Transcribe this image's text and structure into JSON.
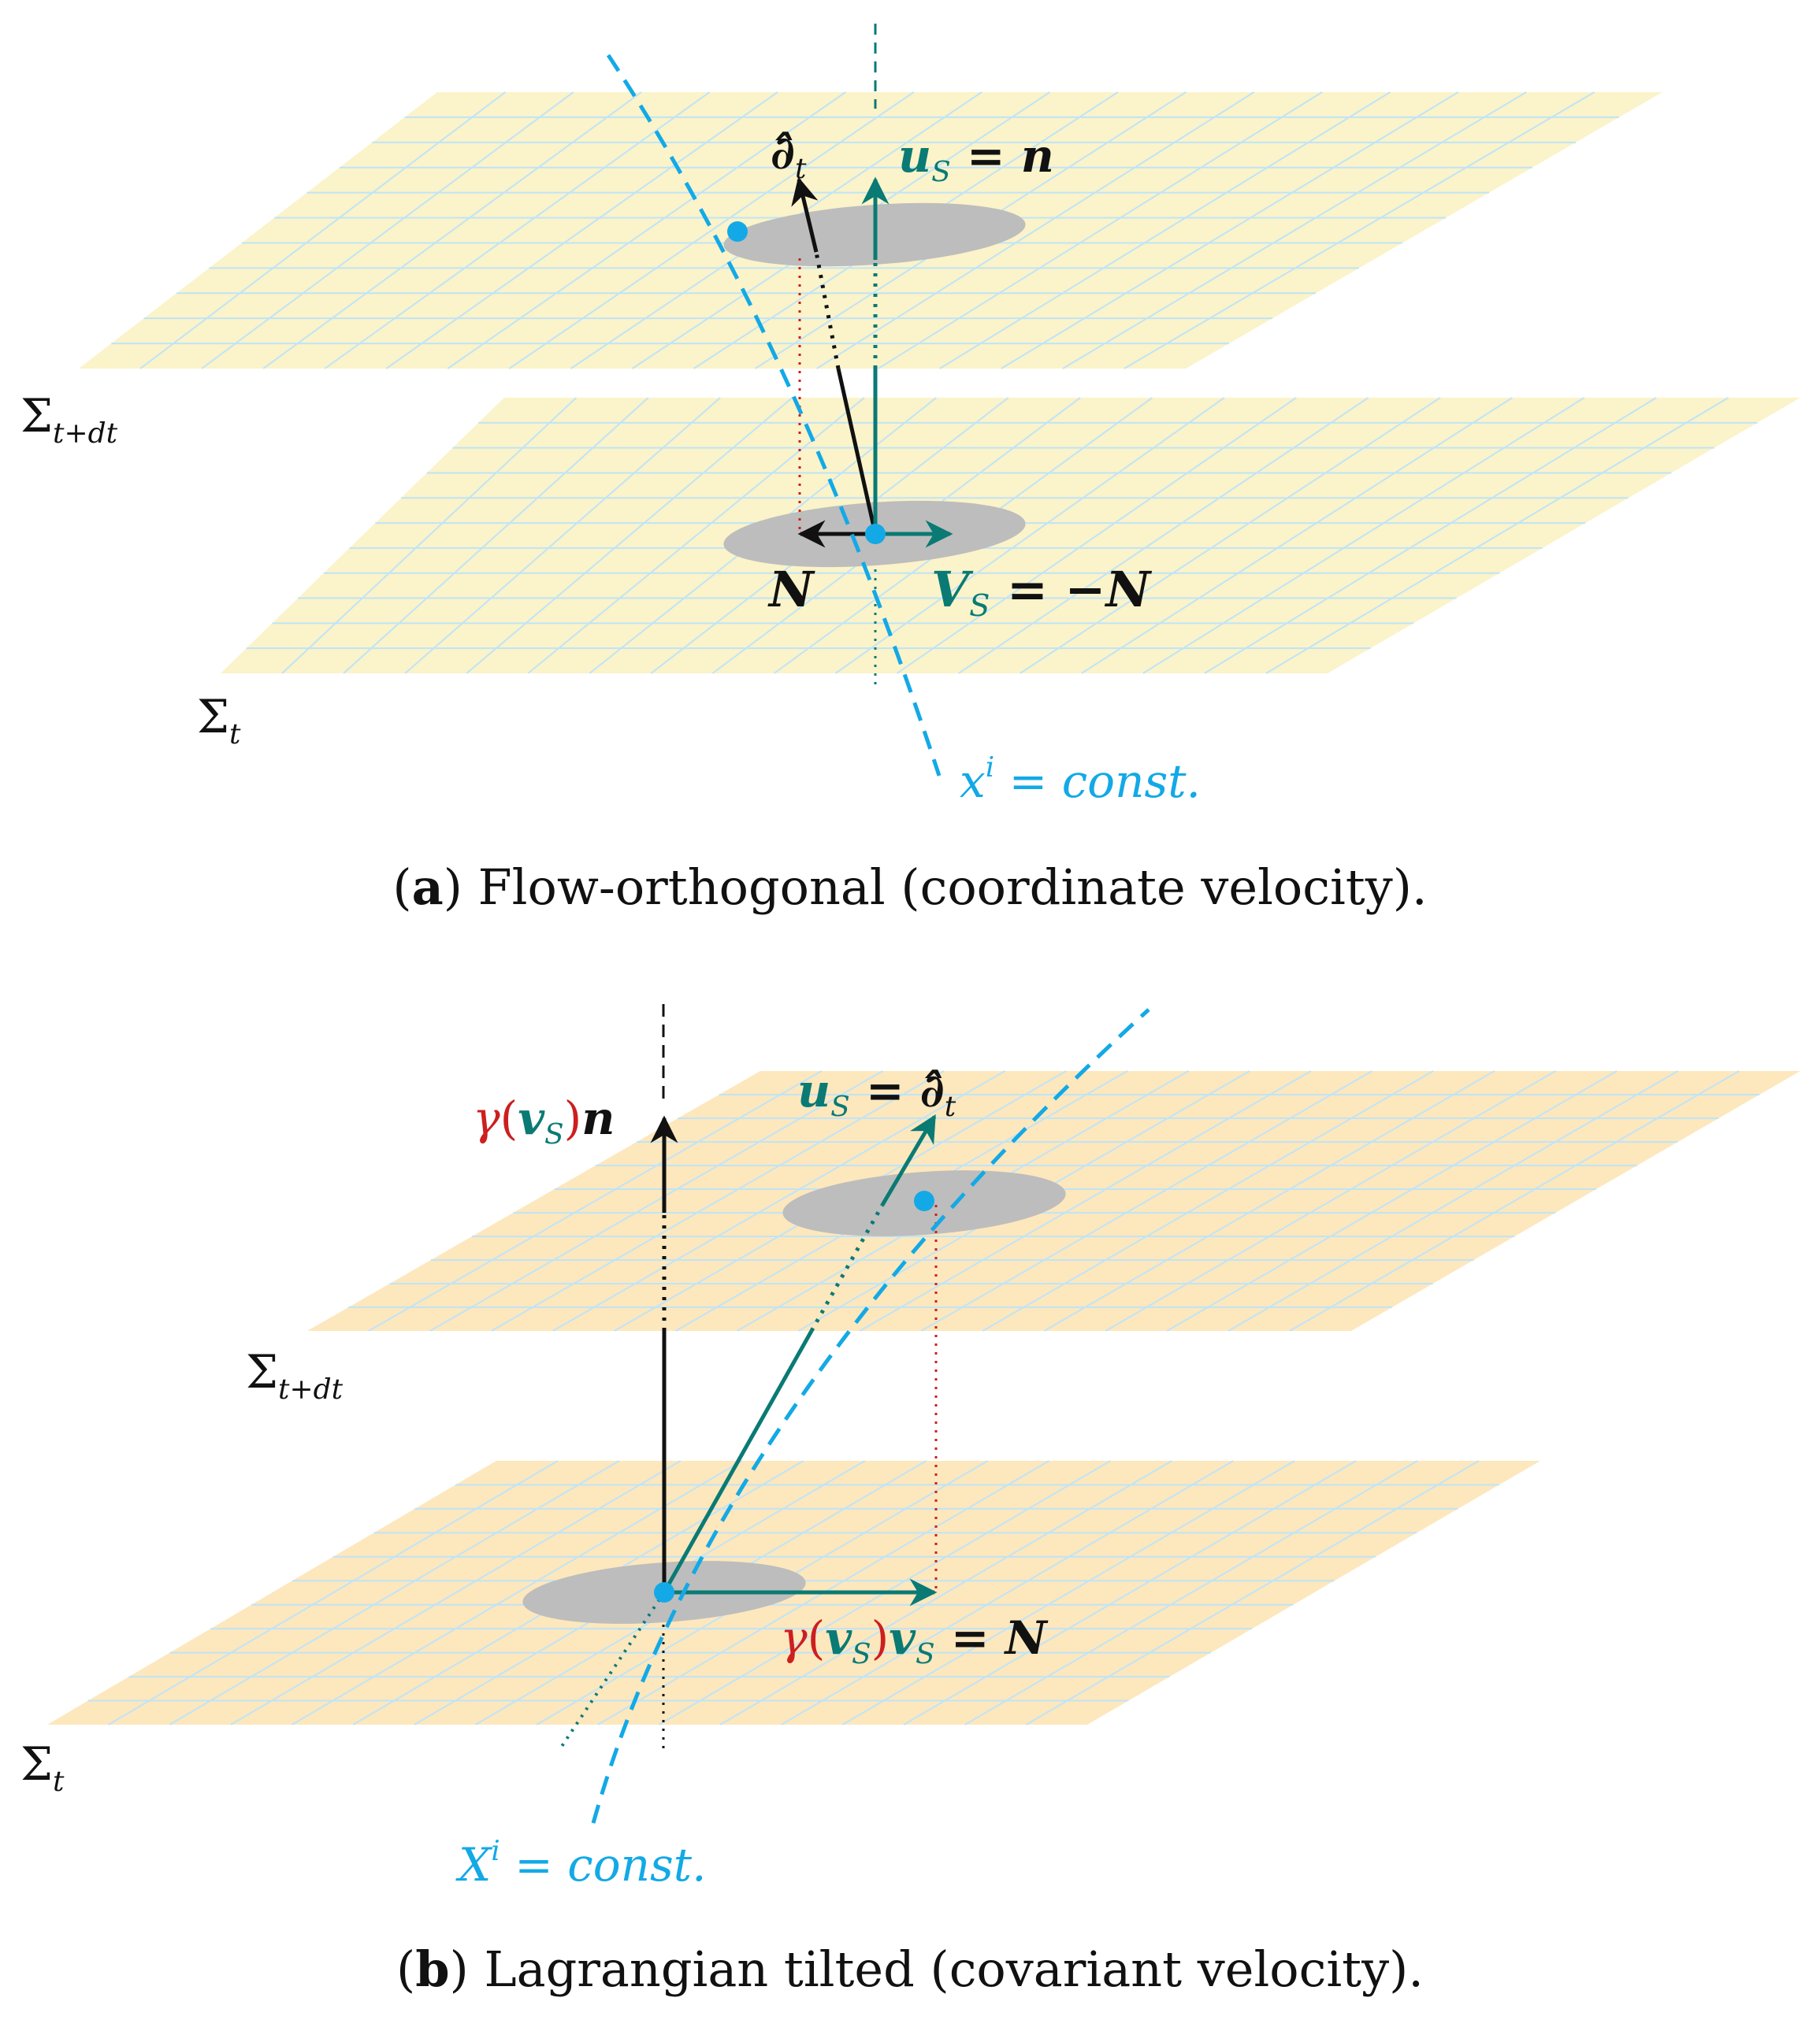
{
  "colors": {
    "plane_a": "#fbf3c9",
    "plane_b": "#fde7bd",
    "grid": "#bfe4f7",
    "disk": "#bdbdbd",
    "cyan": "#13a9e6",
    "teal": "#0a7a74",
    "black": "#111111",
    "red": "#cc1f1f"
  },
  "panel_a": {
    "sigma_top": "Σ",
    "sigma_top_sub": "t+dt",
    "sigma_bottom": "Σ",
    "sigma_bottom_sub": "t",
    "d_hat": "∂̂",
    "d_hat_sub": "t",
    "u_s": "u",
    "u_s_sub": "S",
    "u_s_rhs": " = n",
    "n_label": "N",
    "v_s": "V",
    "v_s_sub": "S",
    "v_s_rhs": " = −N",
    "coord_x": "x",
    "coord_sup": "i",
    "coord_rhs": " = const.",
    "caption_open": "(",
    "caption_letter": "a",
    "caption_text": ") Flow-orthogonal (coordinate velocity)."
  },
  "panel_b": {
    "sigma_top": "Σ",
    "sigma_top_sub": "t+dt",
    "sigma_bottom": "Σ",
    "sigma_bottom_sub": "t",
    "gamma": "γ",
    "paren_open": "(",
    "paren_close": ")",
    "v": "v",
    "v_sub": "S",
    "n_vec": "n",
    "u_s": "u",
    "u_s_sub": "S",
    "u_s_rhs": " = ∂̂",
    "u_s_rhs_sub": "t",
    "v_rhs": " = N",
    "coord_x": "X",
    "coord_sup": "i",
    "coord_rhs": " = const.",
    "caption_open": "(",
    "caption_letter": "b",
    "caption_text": ") Lagrangian tilted (covariant velocity)."
  }
}
